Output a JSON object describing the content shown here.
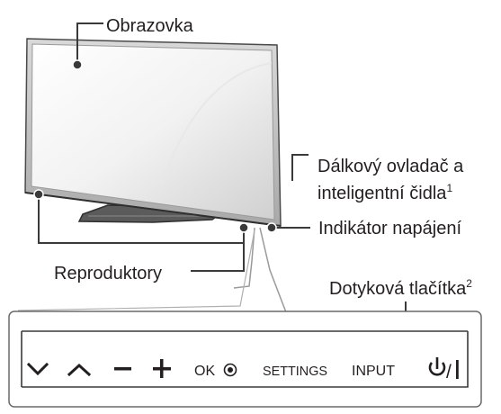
{
  "labels": {
    "screen": "Obrazovka",
    "remote_sensor_line1": "Dálkový ovladač a",
    "remote_sensor_line2": "inteligentní čidla",
    "remote_sensor_note": "1",
    "power_indicator": "Indikátor napájení",
    "speakers": "Reproduktory",
    "touch_buttons": "Dotyková tlačítka",
    "touch_buttons_note": "2"
  },
  "buttons": [
    {
      "name": "channel-down",
      "icon": "chevron-down-icon"
    },
    {
      "name": "channel-up",
      "icon": "chevron-up-icon"
    },
    {
      "name": "volume-down",
      "icon": "minus-icon"
    },
    {
      "name": "volume-up",
      "icon": "plus-icon"
    },
    {
      "name": "ok",
      "label": "OK",
      "icon": "record-dot-icon"
    },
    {
      "name": "settings",
      "label": "SETTINGS"
    },
    {
      "name": "input",
      "label": "INPUT"
    },
    {
      "name": "power",
      "label": "/",
      "icon": "power-icon"
    }
  ],
  "colors": {
    "line": "#3a3a3a",
    "bezel": "#c8c8c8",
    "screen_gradient_from": "#ffffff",
    "screen_gradient_to": "#d4d4d4",
    "zoom_lines": "#9a9a9a",
    "panel_border": "#6a6a6a"
  }
}
